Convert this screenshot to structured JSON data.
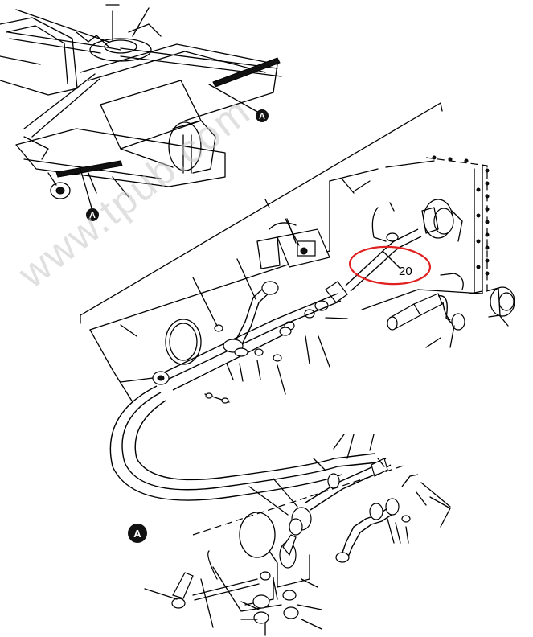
{
  "watermark": {
    "text": "www.tpub.com"
  },
  "callouts": {
    "item_number": "20"
  },
  "detail_references": {
    "top_callout_a": "A",
    "left_callout_a": "A",
    "detail_view_a": "A"
  },
  "highlight": {
    "shape": "ellipse",
    "color": "#e02020"
  }
}
